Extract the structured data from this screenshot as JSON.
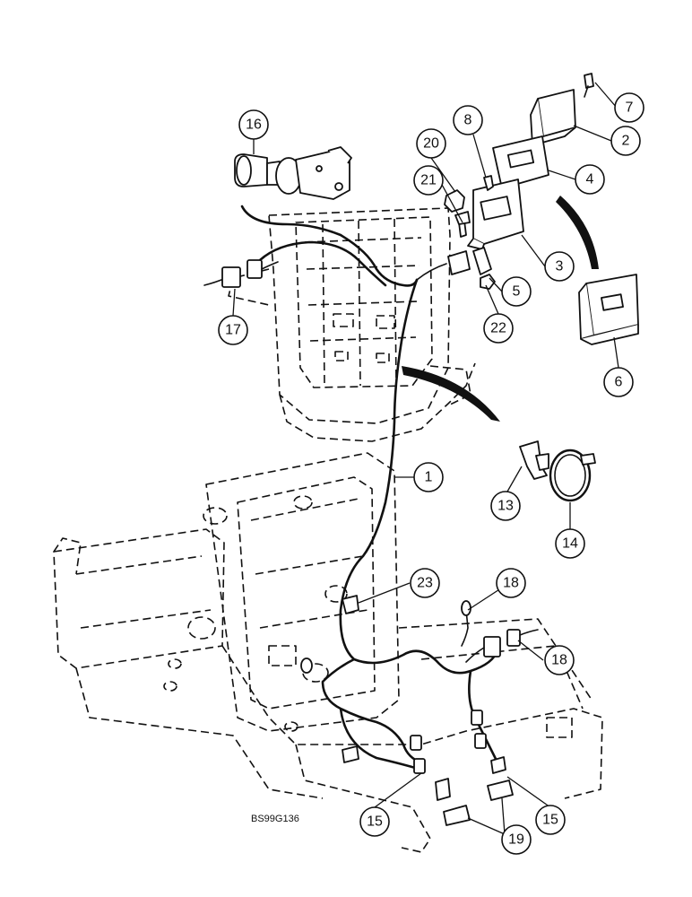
{
  "drawing_ref": "BS99G136",
  "callouts": [
    {
      "id": "c1",
      "label": "1"
    },
    {
      "id": "c2",
      "label": "2"
    },
    {
      "id": "c3",
      "label": "3"
    },
    {
      "id": "c4",
      "label": "4"
    },
    {
      "id": "c5",
      "label": "5"
    },
    {
      "id": "c6",
      "label": "6"
    },
    {
      "id": "c7",
      "label": "7"
    },
    {
      "id": "c8",
      "label": "8"
    },
    {
      "id": "c13",
      "label": "13"
    },
    {
      "id": "c14",
      "label": "14"
    },
    {
      "id": "c15a",
      "label": "15"
    },
    {
      "id": "c15b",
      "label": "15"
    },
    {
      "id": "c16",
      "label": "16"
    },
    {
      "id": "c17",
      "label": "17"
    },
    {
      "id": "c18a",
      "label": "18"
    },
    {
      "id": "c18b",
      "label": "18"
    },
    {
      "id": "c19",
      "label": "19"
    },
    {
      "id": "c20",
      "label": "20"
    },
    {
      "id": "c21",
      "label": "21"
    },
    {
      "id": "c22",
      "label": "22"
    },
    {
      "id": "c23",
      "label": "23"
    }
  ]
}
